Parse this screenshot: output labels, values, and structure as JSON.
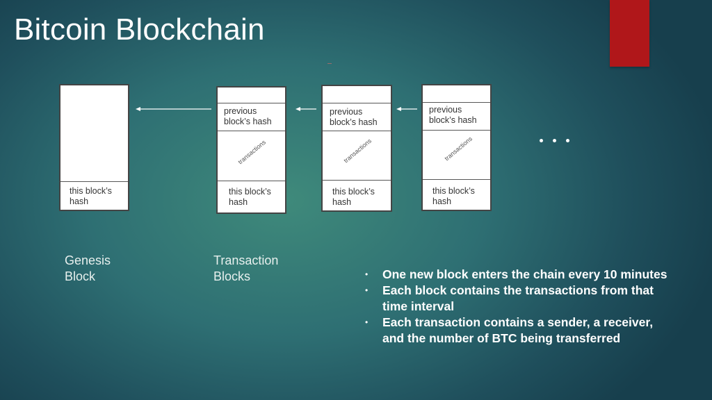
{
  "title": "Bitcoin Blockchain",
  "colors": {
    "accent": "#b0171a",
    "block_fill": "#ffffff",
    "text": "#ffffff"
  },
  "blocks": [
    {
      "bottom_label": "this block’s hash"
    },
    {
      "top_label": "previous block’s hash",
      "middle_label": "transactions",
      "bottom_label": "this block’s hash"
    },
    {
      "top_label": "previous block’s hash",
      "middle_label": "transactions",
      "bottom_label": "this block’s hash"
    },
    {
      "top_label": "previous block’s hash",
      "middle_label": "transactions",
      "bottom_label": "this block’s hash"
    }
  ],
  "captions": {
    "genesis": "Genesis Block",
    "transaction": "Transaction Blocks"
  },
  "bullets": [
    "One new block enters the chain every 10 minutes",
    "Each block contains the transactions from that time interval",
    "Each transaction contains a sender, a receiver, and the number of BTC being transferred"
  ],
  "bullet_glyph": "•"
}
